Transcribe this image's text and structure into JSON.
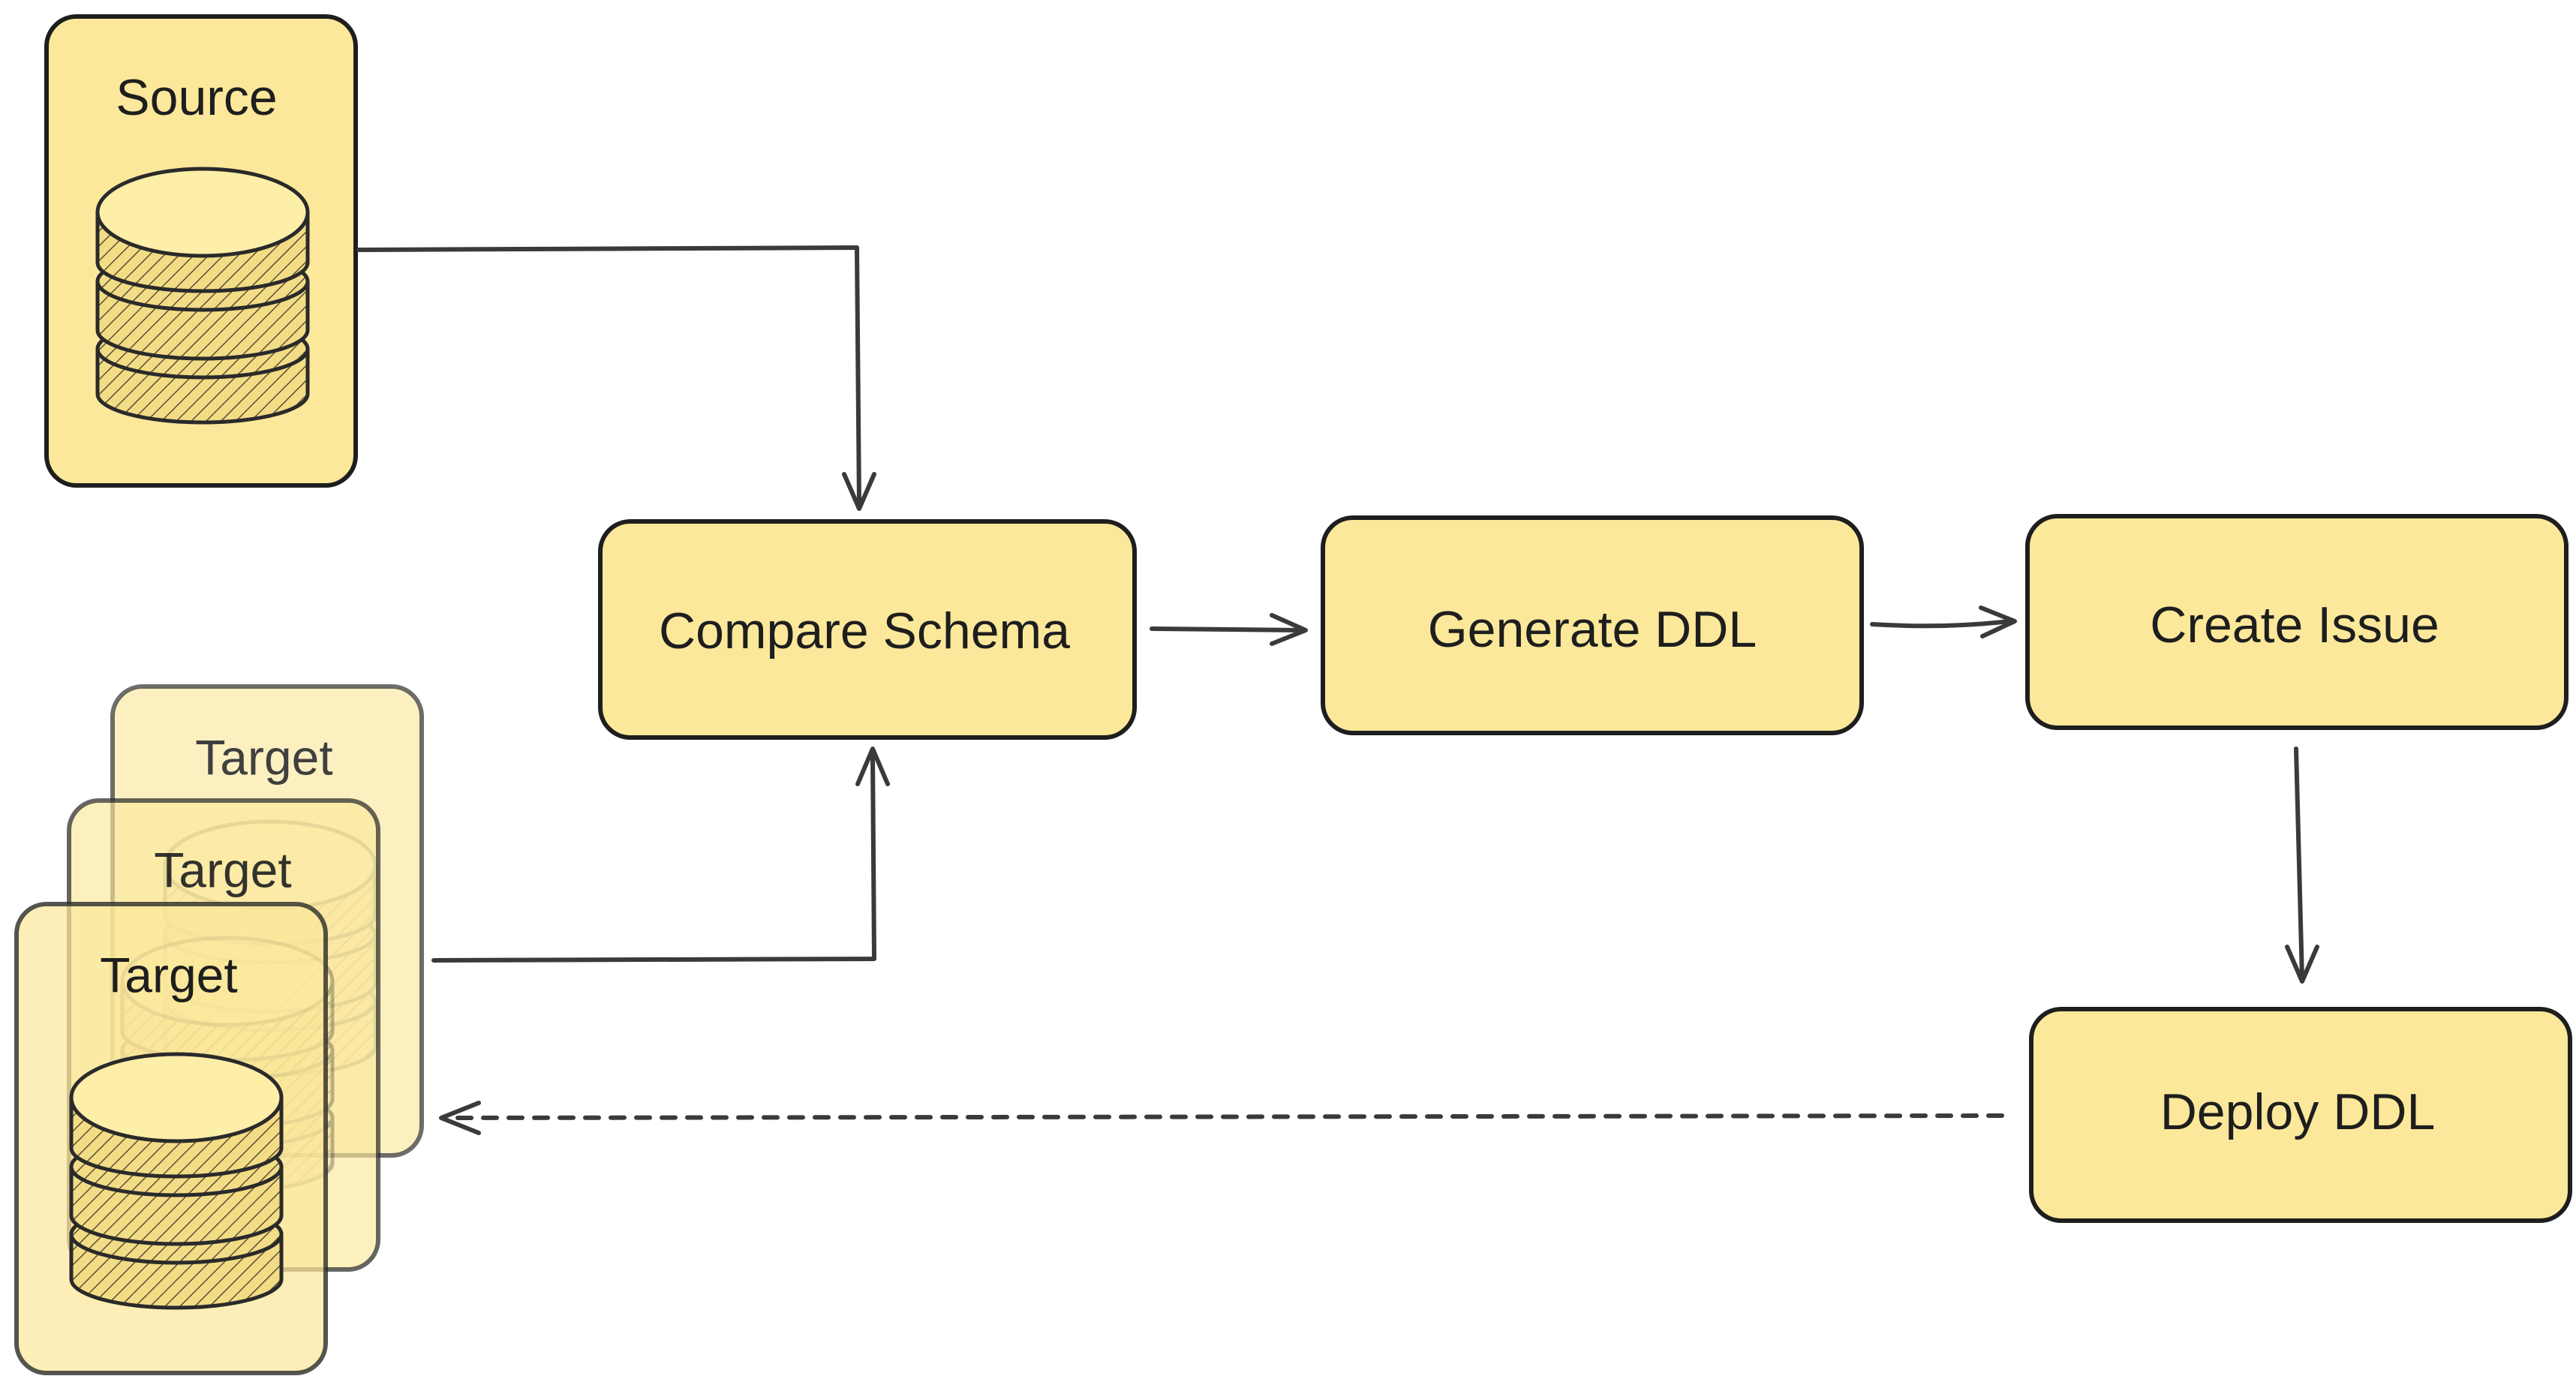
{
  "nodes": {
    "source": {
      "label": "Source"
    },
    "targets": [
      {
        "label": "Target"
      },
      {
        "label": "Target"
      },
      {
        "label": "Target"
      }
    ],
    "compare_schema": {
      "label": "Compare Schema"
    },
    "generate_ddl": {
      "label": "Generate DDL"
    },
    "create_issue": {
      "label": "Create Issue"
    },
    "deploy_ddl": {
      "label": "Deploy DDL"
    }
  },
  "colors": {
    "box_fill": "#fbe89a",
    "stroke": "#1e1e1e",
    "edge": "#3a3a3a"
  },
  "icons": {
    "database": "database-icon"
  }
}
